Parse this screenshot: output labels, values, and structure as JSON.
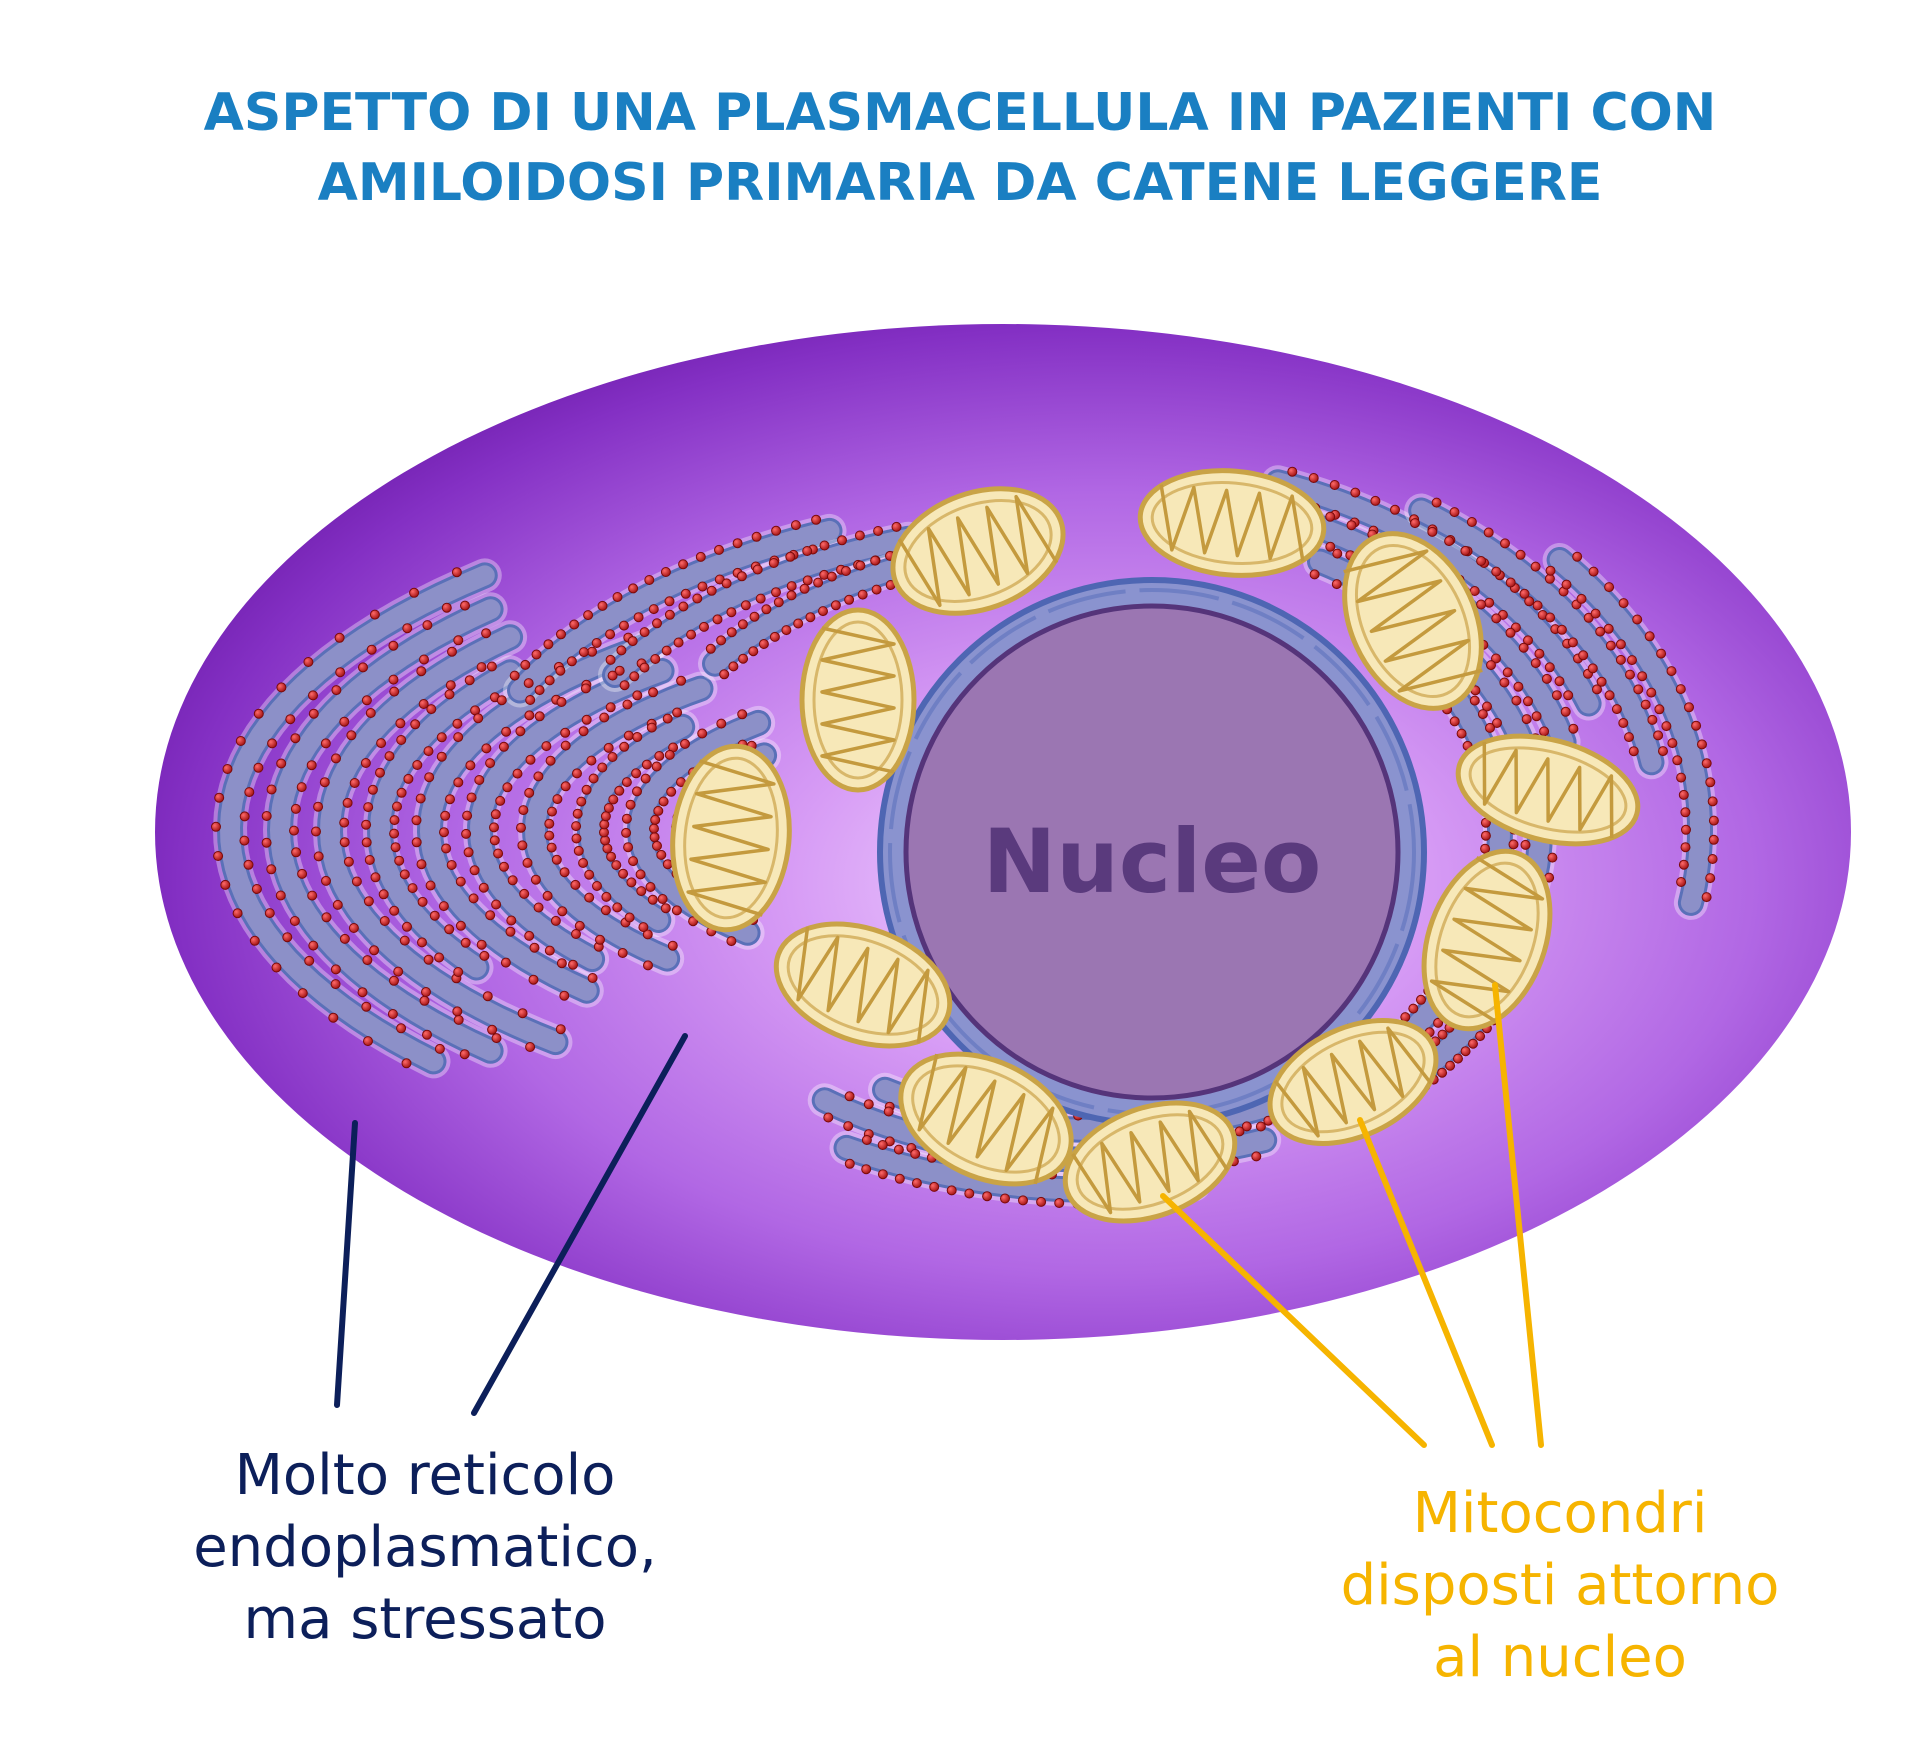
{
  "title": {
    "line1": "ASPETTO DI UNA PLASMACELLULA IN PAZIENTI CON",
    "line2": "AMILOIDOSI PRIMARIA DA CATENE LEGGERE"
  },
  "nucleus_label": "Nucleo",
  "labels": {
    "er": {
      "line1": "Molto reticolo",
      "line2": "endoplasmatico,",
      "line3": "ma stressato"
    },
    "mitochondria": {
      "line1": "Mitocondri",
      "line2": "disposti attorno",
      "line3": "al nucleo"
    }
  },
  "colors": {
    "title": "#1a7fc2",
    "cell_outer": "#6b1aa8",
    "cell_inner": "#c98df0",
    "er": "#8c90c8",
    "er_outline": "#5a70b8",
    "ribosome": "#c22020",
    "nucleus": "#9b76b2",
    "nucleus_outline": "#55347a",
    "mitochondrion": "#f7e8b8",
    "mitochondrion_outline": "#c9a346",
    "er_label": "#0c1f5a",
    "mito_label": "#f6b400"
  }
}
